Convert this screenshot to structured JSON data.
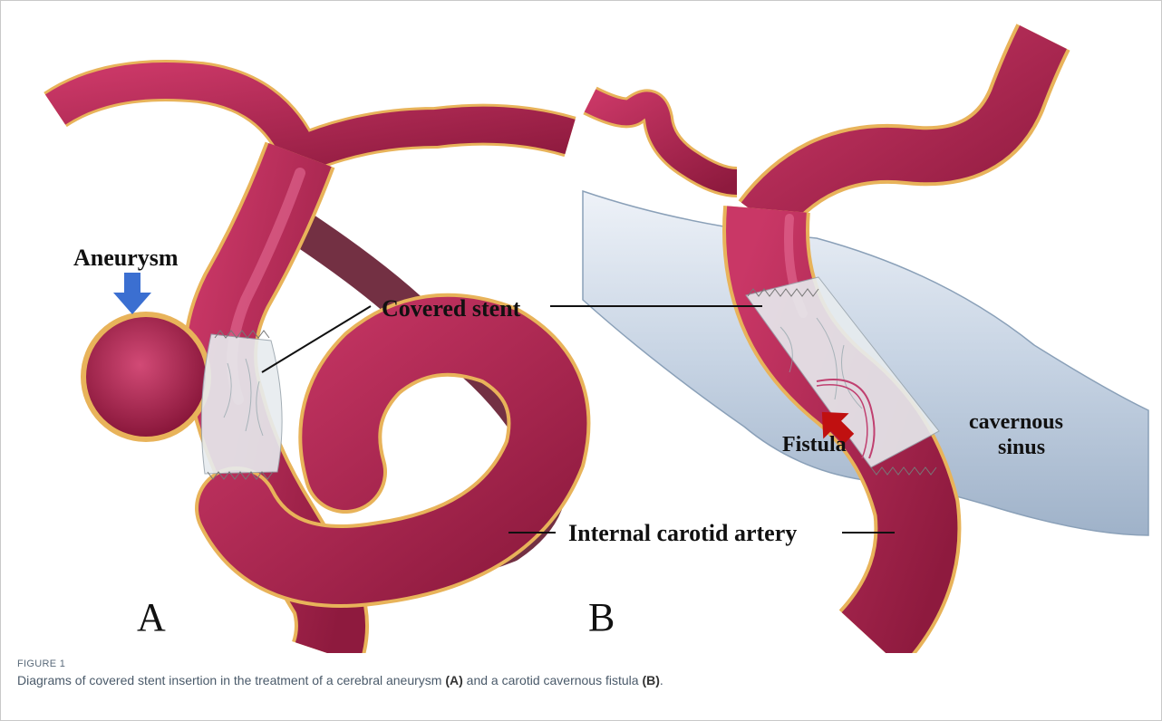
{
  "figure": {
    "panel_a": {
      "letter": "A",
      "labels": {
        "aneurysm": "Aneurysm",
        "covered_stent": "Covered stent",
        "internal_carotid_artery": "Internal carotid artery"
      }
    },
    "panel_b": {
      "letter": "B",
      "labels": {
        "fistula": "Fistula",
        "cavernous_line1": "cavernous",
        "cavernous_line2": "sinus"
      }
    },
    "colors": {
      "artery": "#b0234f",
      "artery_dark": "#6e0f2a",
      "artery_rim": "#e8b35a",
      "sinus": "#c9d5e4",
      "stent": "#e7ecef",
      "blue_arrow": "#3b6fd1",
      "red_arrow": "#c01010"
    }
  },
  "caption": {
    "label": "FIGURE 1",
    "text_1": "Diagrams of covered stent insertion in the treatment of a cerebral aneurysm ",
    "ref_a": "(A)",
    "text_2": " and a carotid cavernous fistula ",
    "ref_b": "(B)",
    "text_3": "."
  }
}
